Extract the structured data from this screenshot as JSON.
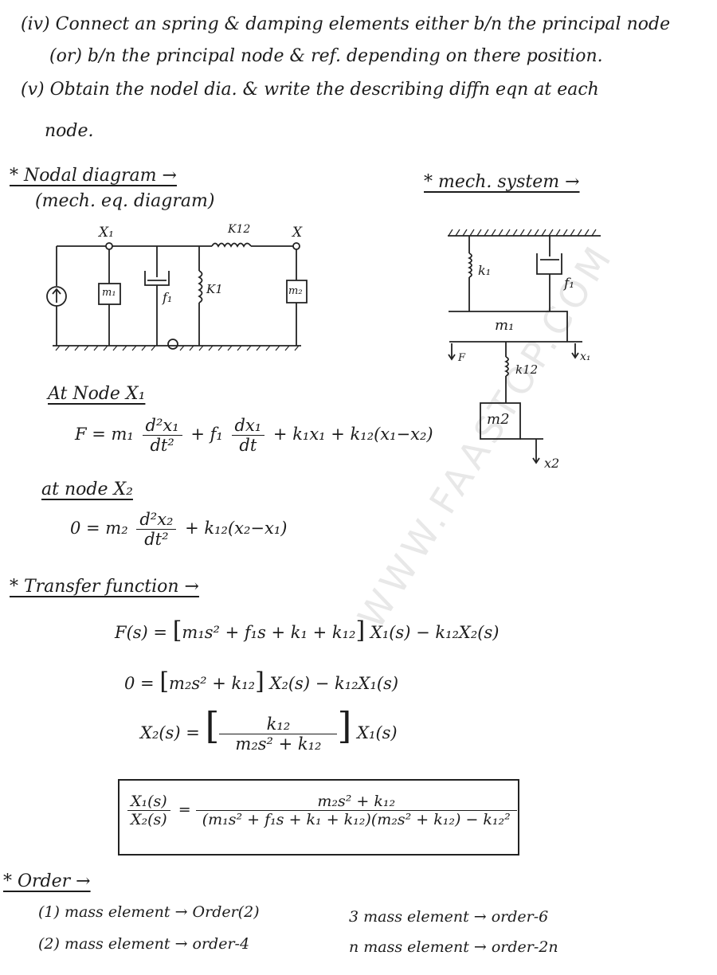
{
  "steps": {
    "step_iv_line1": "(iv) Connect an spring & damping elements either b/n the principal node",
    "step_iv_line2": "(or) b/n the principal node & ref. depending on there position.",
    "step_v_line1": "(v) Obtain the nodel dia. & write the describing diffn eqn at each",
    "step_v_line2": "node."
  },
  "nodal": {
    "heading": "* Nodal diagram →",
    "subheading": "(mech. eq. diagram)",
    "labels": {
      "x1": "X₁",
      "x": "X",
      "k12": "K12",
      "m1": "m₁",
      "f1": "f₁",
      "k1": "K1",
      "m2": "m₂"
    }
  },
  "mech": {
    "heading": "* mech. system →",
    "labels": {
      "k1": "k₁",
      "f1": "f₁",
      "m1": "m₁",
      "F": "F",
      "x1": "x₁",
      "k12": "k12",
      "m2": "m2",
      "x2": "x2"
    }
  },
  "node_equations": {
    "node1_title": "At Node X₁",
    "node1": {
      "lhs": "F = m₁",
      "num1": "d²x₁",
      "den1": "dt²",
      "plus1": "+ f₁",
      "num2": "dx₁",
      "den2": "dt",
      "rest": "+ k₁x₁ + k₁₂(x₁−x₂)"
    },
    "node2_title": "at node X₂",
    "node2": {
      "lhs": "0 = m₂",
      "num": "d²x₂",
      "den": "dt²",
      "rest": "+ k₁₂(x₂−x₁)"
    }
  },
  "transfer": {
    "heading": "* Transfer function →",
    "eq1": {
      "lhs": "F(s) =",
      "bracket": "m₁s² + f₁s + k₁ + k₁₂",
      "rest": "X₁(s) − k₁₂X₂(s)"
    },
    "eq2": {
      "lhs": "0 =",
      "bracket": "m₂s² + k₁₂",
      "rest": "X₂(s) − k₁₂X₁(s)"
    },
    "eq3": {
      "lhs": "X₂(s) =",
      "num": "k₁₂",
      "den": "m₂s² + k₁₂",
      "rest": "X₁(s)"
    },
    "result": {
      "lhs_num": "X₁(s)",
      "lhs_den": "X₂(s)",
      "eq": "=",
      "num": "m₂s² + k₁₂",
      "den": "(m₁s² + f₁s + k₁ + k₁₂)(m₂s² + k₁₂) − k₁₂²"
    }
  },
  "order": {
    "heading": "* Order →",
    "items": [
      "(1) mass element → Order(2)",
      "3 mass element → order-6",
      "(2) mass element → order-4",
      "n mass element → order-2n"
    ]
  },
  "watermark": "WWW.FAASTOP.COM"
}
